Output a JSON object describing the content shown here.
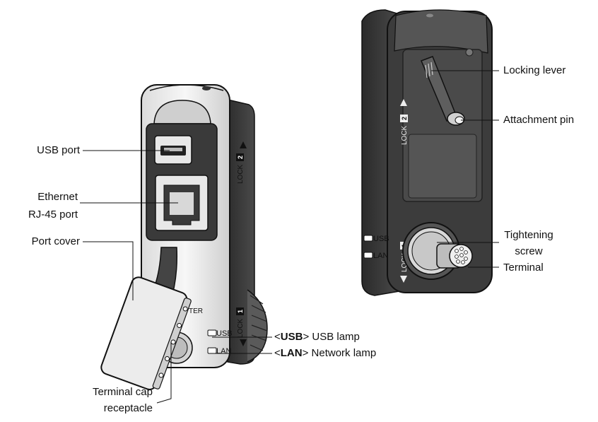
{
  "left_device": {
    "labels": {
      "usb_port": "USB port",
      "ethernet_line1": "Ethernet",
      "ethernet_line2": "RJ-45 port",
      "port_cover": "Port cover",
      "terminal_cap_line1": "Terminal cap",
      "terminal_cap_line2": "receptacle",
      "usb_lamp_tag": "USB",
      "usb_lamp_text": "USB lamp",
      "lan_lamp_tag": "LAN",
      "lan_lamp_text": "Network lamp"
    },
    "body_text": {
      "lock_top": "LOCK",
      "lock_top_num": "2",
      "lock_bottom": "LOCK",
      "lock_bottom_num": "1",
      "usb": "USB",
      "lan": "LAN",
      "ter": "TER"
    }
  },
  "right_device": {
    "labels": {
      "locking_lever": "Locking lever",
      "attachment_pin": "Attachment pin",
      "tightening_line1": "Tightening",
      "tightening_line2": "screw",
      "terminal": "Terminal"
    },
    "body_text": {
      "lock_top": "LOCK",
      "lock_top_num": "2",
      "lock_bottom": "LOCK",
      "lock_bottom_num": "1",
      "usb": "USB",
      "lan": "LAN"
    }
  }
}
